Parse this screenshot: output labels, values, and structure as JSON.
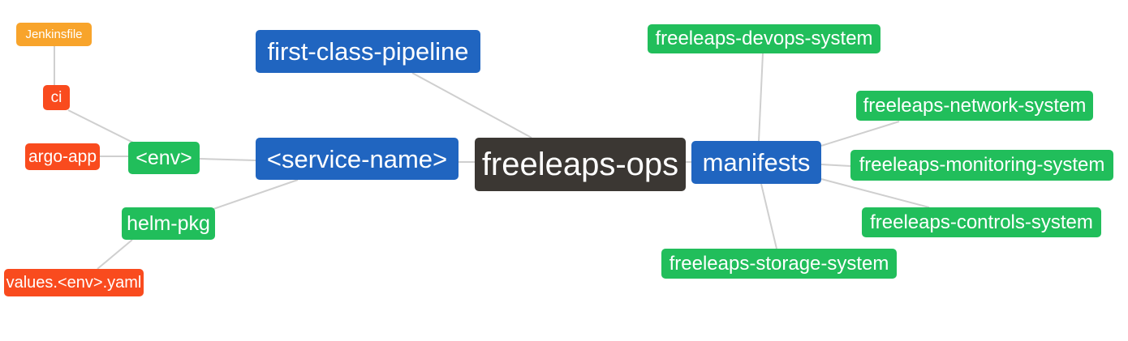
{
  "diagram": {
    "type": "mindmap",
    "root_label": "freeleaps-ops",
    "background": "#FFFFFF"
  },
  "palette": {
    "amber": "#F8A42B",
    "red": "#F94B1E",
    "green": "#21BE5B",
    "blue": "#2065C0",
    "dark": "#3B3733",
    "edge": "#CFCFCF",
    "node_text": "#FFFFFF"
  },
  "nodes": [
    {
      "id": "jenkinsfile",
      "label": "Jenkinsfile",
      "color": "amber"
    },
    {
      "id": "ci",
      "label": "ci",
      "color": "red"
    },
    {
      "id": "argo-app",
      "label": "argo-app",
      "color": "red"
    },
    {
      "id": "env",
      "label": "<env>",
      "color": "green"
    },
    {
      "id": "helm-pkg",
      "label": "helm-pkg",
      "color": "green"
    },
    {
      "id": "values-env-yaml",
      "label": "values.<env>.yaml",
      "color": "red"
    },
    {
      "id": "first-class-pipeline",
      "label": "first-class-pipeline",
      "color": "blue"
    },
    {
      "id": "service-name",
      "label": "<service-name>",
      "color": "blue"
    },
    {
      "id": "freeleaps-ops",
      "label": "freeleaps-ops",
      "color": "dark"
    },
    {
      "id": "manifests",
      "label": "manifests",
      "color": "blue"
    },
    {
      "id": "freeleaps-devops-system",
      "label": "freeleaps-devops-system",
      "color": "green"
    },
    {
      "id": "freeleaps-network-system",
      "label": "freeleaps-network-system",
      "color": "green"
    },
    {
      "id": "freeleaps-monitoring-system",
      "label": "freeleaps-monitoring-system",
      "color": "green"
    },
    {
      "id": "freeleaps-controls-system",
      "label": "freeleaps-controls-system",
      "color": "green"
    },
    {
      "id": "freeleaps-storage-system",
      "label": "freeleaps-storage-system",
      "color": "green"
    }
  ],
  "edges": [
    [
      "jenkinsfile",
      "ci"
    ],
    [
      "ci",
      "env"
    ],
    [
      "argo-app",
      "env"
    ],
    [
      "env",
      "service-name"
    ],
    [
      "service-name",
      "helm-pkg"
    ],
    [
      "helm-pkg",
      "values-env-yaml"
    ],
    [
      "first-class-pipeline",
      "freeleaps-ops"
    ],
    [
      "service-name",
      "freeleaps-ops"
    ],
    [
      "freeleaps-ops",
      "manifests"
    ],
    [
      "manifests",
      "freeleaps-devops-system"
    ],
    [
      "manifests",
      "freeleaps-network-system"
    ],
    [
      "manifests",
      "freeleaps-monitoring-system"
    ],
    [
      "manifests",
      "freeleaps-controls-system"
    ],
    [
      "manifests",
      "freeleaps-storage-system"
    ]
  ]
}
